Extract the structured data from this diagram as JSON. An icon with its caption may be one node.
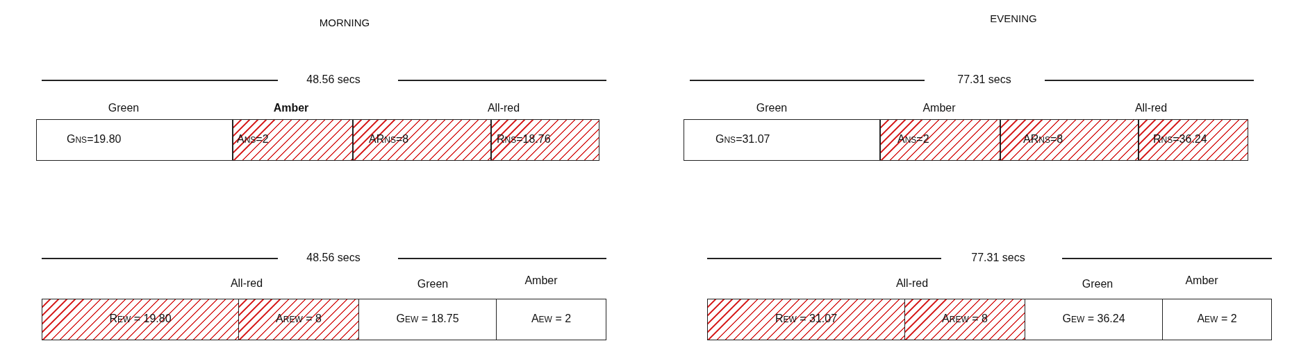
{
  "diagram": {
    "nodes": [
      {
        "text": [
          "G$_{NS}$=19.80"
        ]
      },
      {
        "text": [
          "A$_{NS}$=2"
        ]
      },
      {
        "text": [
          "AR$_{NS}$=8"
        ]
      },
      {
        "text": [
          "R$_{NS}$=18.76"
        ]
      },
      {
        "text": [
          "G$_{NS}$=31.07"
        ]
      },
      {
        "text": [
          "A$_{NS}$=2"
        ]
      },
      {
        "text": [
          "AR$_{NS}$=8"
        ]
      },
      {
        "text": [
          "R$_{NS}$=36.24"
        ]
      },
      {
        "text": [
          "R$_{EW}$ = 19.80"
        ]
      },
      {
        "text": [
          "A$_{REW}$ = 8"
        ]
      },
      {
        "text": [
          "G$_{EW}$ = 18.75"
        ]
      },
      {
        "text": [
          "A$_{EW}$ = 2"
        ]
      },
      {
        "text": [
          "R$_{EW}$ = 31.07"
        ]
      },
      {
        "text": [
          "A$_{REW}$ = 8"
        ]
      },
      {
        "text": [
          "G$_{EW}$ = 36.24"
        ]
      },
      {
        "text": [
          "A$_{EW}$ = 2"
        ]
      }
    ],
    "labels": [
      "MORNING",
      "EVENING",
      "48.56 secs",
      "77.31 secs",
      "Green",
      "Amber",
      "All-red",
      "Green",
      "Amber",
      "All-red",
      "48.56 secs",
      "77.31 secs",
      "All-red",
      "Green",
      "Amber",
      "All-red",
      "Green",
      "Amber"
    ]
  }
}
